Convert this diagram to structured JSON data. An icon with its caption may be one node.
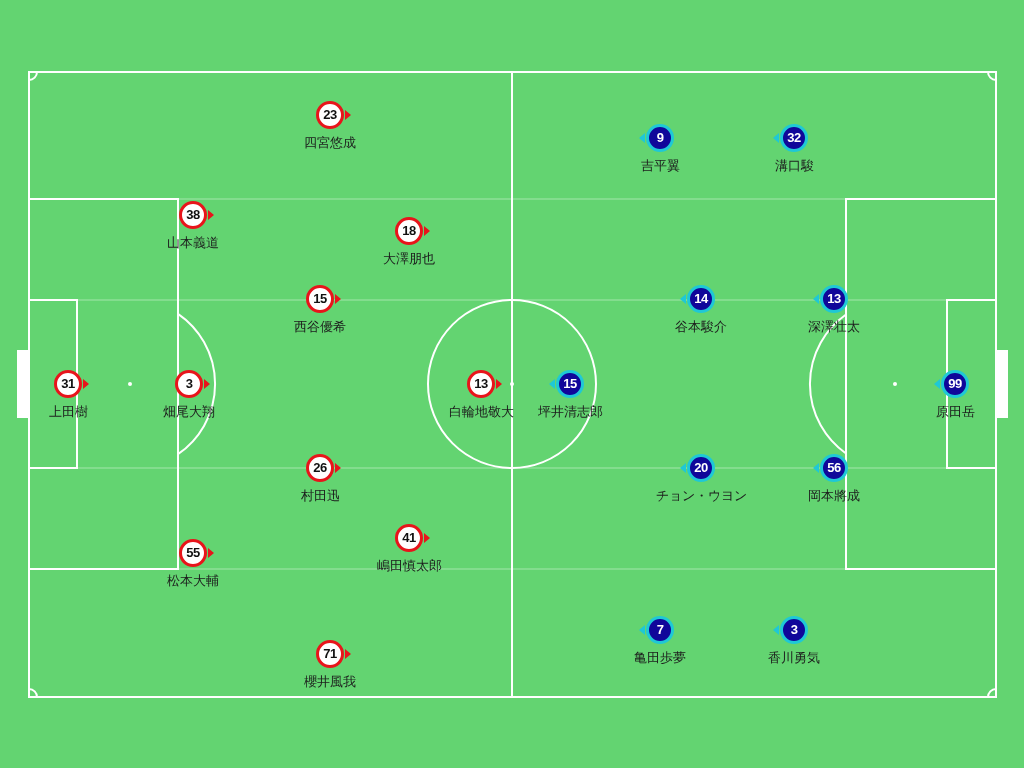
{
  "diagram": {
    "nodes": [
      {
        "text": [
          "23"
        ],
        "beside": [
          "四宮悠成"
        ]
      },
      {
        "text": [
          "38"
        ],
        "beside": [
          "山本義道"
        ]
      },
      {
        "text": [
          "18"
        ],
        "beside": [
          "大澤朋也"
        ]
      },
      {
        "text": [
          "15"
        ],
        "beside": [
          "西谷優希"
        ]
      },
      {
        "text": [
          "31"
        ],
        "beside": [
          "上田樹"
        ]
      },
      {
        "text": [
          "3"
        ],
        "beside": [
          "畑尾大翔"
        ]
      },
      {
        "text": [
          "13"
        ],
        "beside": [
          "白輪地敬大"
        ]
      },
      {
        "text": [
          "26"
        ],
        "beside": [
          "村田迅"
        ]
      },
      {
        "text": [
          "41"
        ],
        "beside": [
          "嶋田慎太郎"
        ]
      },
      {
        "text": [
          "55"
        ],
        "beside": [
          "松本大輔"
        ]
      },
      {
        "text": [
          "71"
        ],
        "beside": [
          "櫻井風我"
        ]
      },
      {
        "text": [
          "9"
        ],
        "beside": [
          "吉平翼"
        ]
      },
      {
        "text": [
          "32"
        ],
        "beside": [
          "溝口駿"
        ]
      },
      {
        "text": [
          "14"
        ],
        "beside": [
          "谷本駿介"
        ]
      },
      {
        "text": [
          "13"
        ],
        "beside": [
          "深澤壮太"
        ]
      },
      {
        "text": [
          "15"
        ],
        "beside": [
          "坪井清志郎"
        ]
      },
      {
        "text": [
          "99"
        ],
        "beside": [
          "原田岳"
        ]
      },
      {
        "text": [
          "20"
        ],
        "beside": [
          "チョン・ウヨン"
        ]
      },
      {
        "text": [
          "56"
        ],
        "beside": [
          "岡本將成"
        ]
      },
      {
        "text": [
          "7"
        ],
        "beside": [
          "亀田歩夢"
        ]
      },
      {
        "text": [
          "3"
        ],
        "beside": [
          "香川勇気"
        ]
      }
    ]
  }
}
